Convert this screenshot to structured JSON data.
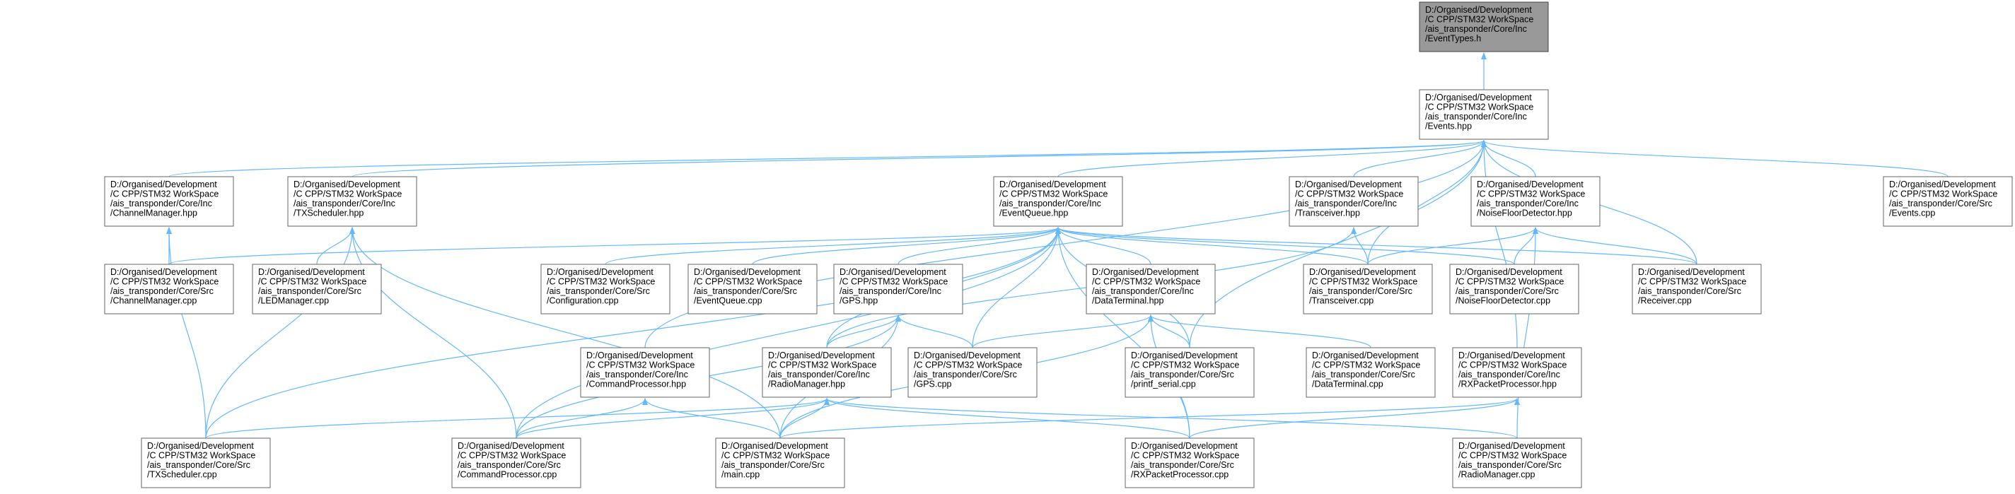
{
  "colors": {
    "edge": "#63b8ff",
    "node_border": "#666666",
    "node_fill": "#ffffff",
    "root_fill": "#999999",
    "root_border": "#444444"
  },
  "nodes": [
    {
      "id": "eventtypes_h",
      "lines": [
        "D:/Organised/Development",
        "/C CPP/STM32 WorkSpace",
        "/ais_transponder/Core/Inc",
        "/EventTypes.h"
      ],
      "highlighted": true
    },
    {
      "id": "events_hpp",
      "lines": [
        "D:/Organised/Development",
        "/C CPP/STM32 WorkSpace",
        "/ais_transponder/Core/Inc",
        "/Events.hpp"
      ]
    },
    {
      "id": "channelmanager_hpp",
      "lines": [
        "D:/Organised/Development",
        "/C CPP/STM32 WorkSpace",
        "/ais_transponder/Core/Inc",
        "/ChannelManager.hpp"
      ]
    },
    {
      "id": "txscheduler_hpp",
      "lines": [
        "D:/Organised/Development",
        "/C CPP/STM32 WorkSpace",
        "/ais_transponder/Core/Inc",
        "/TXScheduler.hpp"
      ]
    },
    {
      "id": "eventqueue_hpp",
      "lines": [
        "D:/Organised/Development",
        "/C CPP/STM32 WorkSpace",
        "/ais_transponder/Core/Inc",
        "/EventQueue.hpp"
      ]
    },
    {
      "id": "transceiver_hpp",
      "lines": [
        "D:/Organised/Development",
        "/C CPP/STM32 WorkSpace",
        "/ais_transponder/Core/Inc",
        "/Transceiver.hpp"
      ]
    },
    {
      "id": "noisefloordetector_hpp",
      "lines": [
        "D:/Organised/Development",
        "/C CPP/STM32 WorkSpace",
        "/ais_transponder/Core/Inc",
        "/NoiseFloorDetector.hpp"
      ]
    },
    {
      "id": "events_cpp",
      "lines": [
        "D:/Organised/Development",
        "/C CPP/STM32 WorkSpace",
        "/ais_transponder/Core/Src",
        "/Events.cpp"
      ]
    },
    {
      "id": "channelmanager_cpp",
      "lines": [
        "D:/Organised/Development",
        "/C CPP/STM32 WorkSpace",
        "/ais_transponder/Core/Src",
        "/ChannelManager.cpp"
      ]
    },
    {
      "id": "ledmanager_cpp",
      "lines": [
        "D:/Organised/Development",
        "/C CPP/STM32 WorkSpace",
        "/ais_transponder/Core/Src",
        "/LEDManager.cpp"
      ]
    },
    {
      "id": "configuration_cpp",
      "lines": [
        "D:/Organised/Development",
        "/C CPP/STM32 WorkSpace",
        "/ais_transponder/Core/Src",
        "/Configuration.cpp"
      ]
    },
    {
      "id": "eventqueue_cpp",
      "lines": [
        "D:/Organised/Development",
        "/C CPP/STM32 WorkSpace",
        "/ais_transponder/Core/Src",
        "/EventQueue.cpp"
      ]
    },
    {
      "id": "gps_hpp",
      "lines": [
        "D:/Organised/Development",
        "/C CPP/STM32 WorkSpace",
        "/ais_transponder/Core/Inc",
        "/GPS.hpp"
      ]
    },
    {
      "id": "dataterminal_hpp",
      "lines": [
        "D:/Organised/Development",
        "/C CPP/STM32 WorkSpace",
        "/ais_transponder/Core/Inc",
        "/DataTerminal.hpp"
      ]
    },
    {
      "id": "transceiver_cpp",
      "lines": [
        "D:/Organised/Development",
        "/C CPP/STM32 WorkSpace",
        "/ais_transponder/Core/Src",
        "/Transceiver.cpp"
      ]
    },
    {
      "id": "noisefloordetector_cpp",
      "lines": [
        "D:/Organised/Development",
        "/C CPP/STM32 WorkSpace",
        "/ais_transponder/Core/Src",
        "/NoiseFloorDetector.cpp"
      ]
    },
    {
      "id": "receiver_cpp",
      "lines": [
        "D:/Organised/Development",
        "/C CPP/STM32 WorkSpace",
        "/ais_transponder/Core/Src",
        "/Receiver.cpp"
      ]
    },
    {
      "id": "commandprocessor_hpp",
      "lines": [
        "D:/Organised/Development",
        "/C CPP/STM32 WorkSpace",
        "/ais_transponder/Core/Inc",
        "/CommandProcessor.hpp"
      ]
    },
    {
      "id": "radiomanager_hpp",
      "lines": [
        "D:/Organised/Development",
        "/C CPP/STM32 WorkSpace",
        "/ais_transponder/Core/Inc",
        "/RadioManager.hpp"
      ]
    },
    {
      "id": "gps_cpp",
      "lines": [
        "D:/Organised/Development",
        "/C CPP/STM32 WorkSpace",
        "/ais_transponder/Core/Src",
        "/GPS.cpp"
      ]
    },
    {
      "id": "printf_serial_cpp",
      "lines": [
        "D:/Organised/Development",
        "/C CPP/STM32 WorkSpace",
        "/ais_transponder/Core/Src",
        "/printf_serial.cpp"
      ]
    },
    {
      "id": "dataterminal_cpp",
      "lines": [
        "D:/Organised/Development",
        "/C CPP/STM32 WorkSpace",
        "/ais_transponder/Core/Src",
        "/DataTerminal.cpp"
      ]
    },
    {
      "id": "rxpacketprocessor_hpp",
      "lines": [
        "D:/Organised/Development",
        "/C CPP/STM32 WorkSpace",
        "/ais_transponder/Core/Inc",
        "/RXPacketProcessor.hpp"
      ]
    },
    {
      "id": "txscheduler_cpp",
      "lines": [
        "D:/Organised/Development",
        "/C CPP/STM32 WorkSpace",
        "/ais_transponder/Core/Src",
        "/TXScheduler.cpp"
      ]
    },
    {
      "id": "commandprocessor_cpp",
      "lines": [
        "D:/Organised/Development",
        "/C CPP/STM32 WorkSpace",
        "/ais_transponder/Core/Src",
        "/CommandProcessor.cpp"
      ]
    },
    {
      "id": "main_cpp",
      "lines": [
        "D:/Organised/Development",
        "/C CPP/STM32 WorkSpace",
        "/ais_transponder/Core/Src",
        "/main.cpp"
      ]
    },
    {
      "id": "rxpacketprocessor_cpp",
      "lines": [
        "D:/Organised/Development",
        "/C CPP/STM32 WorkSpace",
        "/ais_transponder/Core/Src",
        "/RXPacketProcessor.cpp"
      ]
    },
    {
      "id": "radiomanager_cpp",
      "lines": [
        "D:/Organised/Development",
        "/C CPP/STM32 WorkSpace",
        "/ais_transponder/Core/Src",
        "/RadioManager.cpp"
      ]
    }
  ],
  "edges": [
    [
      "events_hpp",
      "eventtypes_h"
    ],
    [
      "channelmanager_hpp",
      "events_hpp"
    ],
    [
      "txscheduler_hpp",
      "events_hpp"
    ],
    [
      "eventqueue_hpp",
      "events_hpp"
    ],
    [
      "transceiver_hpp",
      "events_hpp"
    ],
    [
      "noisefloordetector_hpp",
      "events_hpp"
    ],
    [
      "events_cpp",
      "events_hpp"
    ],
    [
      "commandprocessor_hpp",
      "events_hpp"
    ],
    [
      "transceiver_cpp",
      "events_hpp"
    ],
    [
      "receiver_cpp",
      "events_hpp"
    ],
    [
      "printf_serial_cpp",
      "events_hpp"
    ],
    [
      "rxpacketprocessor_hpp",
      "events_hpp"
    ],
    [
      "channelmanager_cpp",
      "channelmanager_hpp"
    ],
    [
      "txscheduler_cpp",
      "channelmanager_hpp"
    ],
    [
      "ledmanager_cpp",
      "txscheduler_hpp"
    ],
    [
      "commandprocessor_cpp",
      "txscheduler_hpp"
    ],
    [
      "main_cpp",
      "txscheduler_hpp"
    ],
    [
      "txscheduler_cpp",
      "txscheduler_hpp"
    ],
    [
      "channelmanager_cpp",
      "eventqueue_hpp"
    ],
    [
      "configuration_cpp",
      "eventqueue_hpp"
    ],
    [
      "eventqueue_cpp",
      "eventqueue_hpp"
    ],
    [
      "gps_hpp",
      "eventqueue_hpp"
    ],
    [
      "dataterminal_hpp",
      "eventqueue_hpp"
    ],
    [
      "transceiver_cpp",
      "eventqueue_hpp"
    ],
    [
      "noisefloordetector_cpp",
      "eventqueue_hpp"
    ],
    [
      "receiver_cpp",
      "eventqueue_hpp"
    ],
    [
      "radiomanager_hpp",
      "eventqueue_hpp"
    ],
    [
      "gps_cpp",
      "eventqueue_hpp"
    ],
    [
      "printf_serial_cpp",
      "eventqueue_hpp"
    ],
    [
      "commandprocessor_cpp",
      "eventqueue_hpp"
    ],
    [
      "rxpacketprocessor_cpp",
      "eventqueue_hpp"
    ],
    [
      "txscheduler_cpp",
      "eventqueue_hpp"
    ],
    [
      "transceiver_cpp",
      "transceiver_hpp"
    ],
    [
      "radiomanager_hpp",
      "transceiver_hpp"
    ],
    [
      "transceiver_cpp",
      "noisefloordetector_hpp"
    ],
    [
      "noisefloordetector_cpp",
      "noisefloordetector_hpp"
    ],
    [
      "receiver_cpp",
      "noisefloordetector_hpp"
    ],
    [
      "radiomanager_cpp",
      "noisefloordetector_hpp"
    ],
    [
      "radiomanager_hpp",
      "gps_hpp"
    ],
    [
      "gps_cpp",
      "gps_hpp"
    ],
    [
      "main_cpp",
      "gps_hpp"
    ],
    [
      "commandprocessor_cpp",
      "gps_hpp"
    ],
    [
      "gps_cpp",
      "dataterminal_hpp"
    ],
    [
      "printf_serial_cpp",
      "dataterminal_hpp"
    ],
    [
      "dataterminal_cpp",
      "dataterminal_hpp"
    ],
    [
      "main_cpp",
      "dataterminal_hpp"
    ],
    [
      "rxpacketprocessor_cpp",
      "dataterminal_hpp"
    ],
    [
      "commandprocessor_cpp",
      "commandprocessor_hpp"
    ],
    [
      "main_cpp",
      "commandprocessor_hpp"
    ],
    [
      "txscheduler_cpp",
      "radiomanager_hpp"
    ],
    [
      "commandprocessor_cpp",
      "radiomanager_hpp"
    ],
    [
      "main_cpp",
      "radiomanager_hpp"
    ],
    [
      "rxpacketprocessor_cpp",
      "radiomanager_hpp"
    ],
    [
      "radiomanager_cpp",
      "radiomanager_hpp"
    ],
    [
      "main_cpp",
      "rxpacketprocessor_hpp"
    ],
    [
      "rxpacketprocessor_cpp",
      "rxpacketprocessor_hpp"
    ]
  ]
}
